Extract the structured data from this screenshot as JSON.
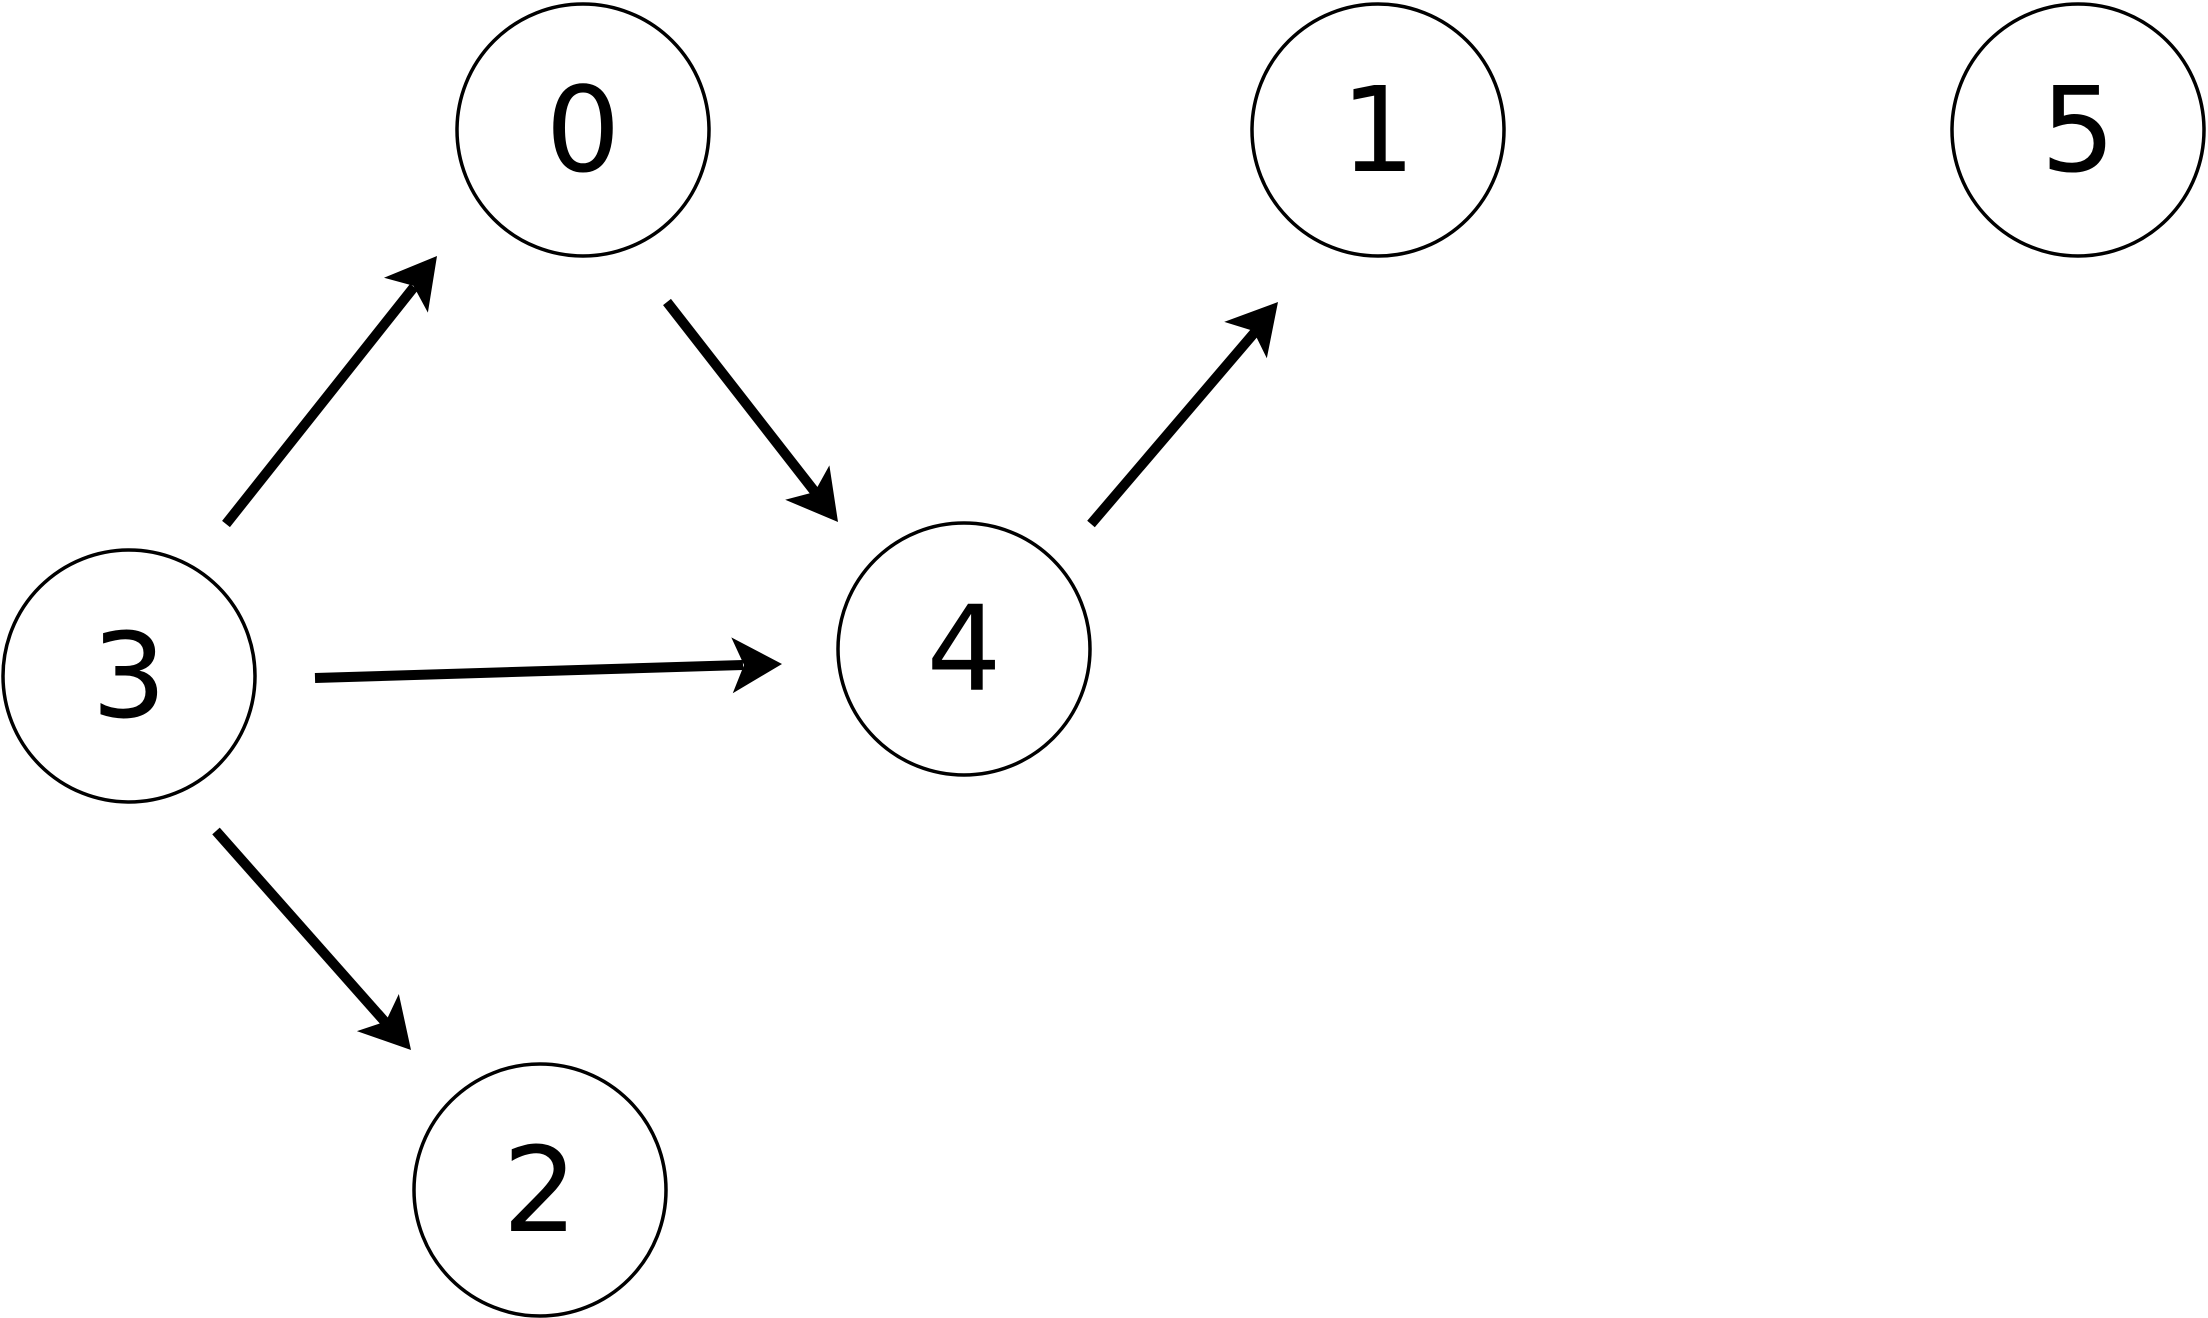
{
  "graph": {
    "nodes": [
      {
        "id": "0",
        "label": "0"
      },
      {
        "id": "1",
        "label": "1"
      },
      {
        "id": "2",
        "label": "2"
      },
      {
        "id": "3",
        "label": "3"
      },
      {
        "id": "4",
        "label": "4"
      },
      {
        "id": "5",
        "label": "5"
      }
    ],
    "edges": [
      {
        "from": "3",
        "to": "0"
      },
      {
        "from": "0",
        "to": "4"
      },
      {
        "from": "3",
        "to": "4"
      },
      {
        "from": "3",
        "to": "2"
      },
      {
        "from": "4",
        "to": "1"
      }
    ],
    "colors": {
      "stroke": "#000000",
      "fill": "#ffffff"
    }
  }
}
